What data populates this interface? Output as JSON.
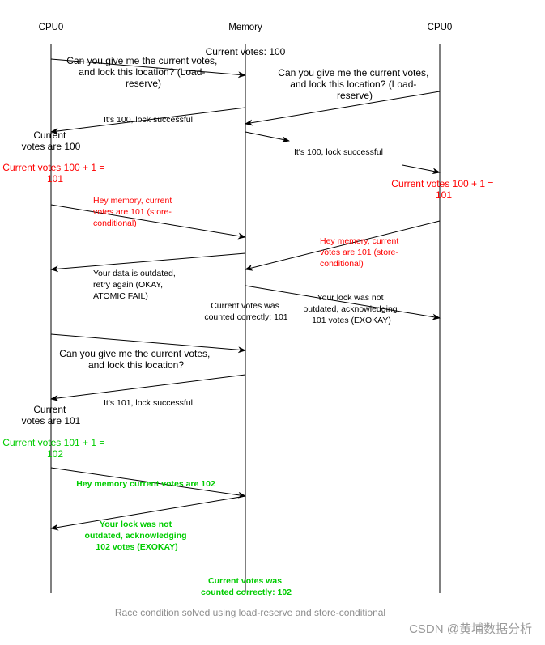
{
  "lifelines": {
    "cpu_left": "CPU0",
    "memory": "Memory",
    "cpu_right": "CPU0"
  },
  "memory_state": {
    "initial": "Current votes:  100",
    "after_first": [
      "Current votes was",
      "counted correctly: 101"
    ],
    "after_second": [
      "Current votes was",
      "counted correctly: 102"
    ]
  },
  "round1": {
    "left_request": [
      "Can you give me the current votes,",
      "and lock this location? (Load-",
      "reserve)"
    ],
    "right_request": [
      "Can you give me the current votes,",
      "and lock this location? (Load-",
      "reserve)"
    ],
    "left_reply": "It's 100, lock successful",
    "right_reply": "It's 100, lock successful",
    "left_current": [
      "Current",
      "votes are 100"
    ],
    "left_compute": [
      "Current votes 100 + 1 =",
      "101"
    ],
    "right_compute": [
      "Current votes 100 + 1 =",
      "101"
    ],
    "left_store": [
      "Hey memory, current",
      "votes are 101 (store-",
      "conditional)"
    ],
    "right_store": [
      "Hey memory, current",
      "votes are 101 (store-",
      "conditional)"
    ],
    "left_fail": [
      "Your data is outdated,",
      "retry again (OKAY,",
      "ATOMIC FAIL)"
    ],
    "right_ok": [
      "Your lock was not",
      "outdated, acknowledging",
      "101 votes (EXOKAY)"
    ]
  },
  "round2": {
    "request": [
      "Can you give me the current votes,",
      "and lock this location?"
    ],
    "reply": "It's 101, lock successful",
    "current": [
      "Current",
      "votes are 101"
    ],
    "compute": [
      "Current votes 101 + 1 =",
      "102"
    ],
    "store": "Hey memory current votes are 102",
    "ok": [
      "Your lock was not",
      "outdated, acknowledging",
      "102 votes (EXOKAY)"
    ]
  },
  "caption": "Race condition solved using load-reserve and store-conditional",
  "watermark": "CSDN @黄埔数据分析",
  "colors": {
    "line": "#000000",
    "failure_text": "#ff0000",
    "success_text": "#00cc00",
    "caption_text": "#8c8c8c",
    "watermark_text": "#9a9a9a"
  }
}
